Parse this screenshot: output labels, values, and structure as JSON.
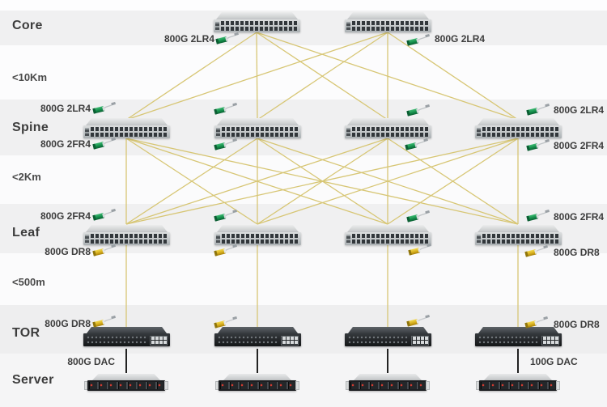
{
  "rows": {
    "core": "Core",
    "d10km": "<10Km",
    "spine": "Spine",
    "d2km": "<2Km",
    "leaf": "Leaf",
    "d500m": "<500m",
    "tor": "TOR",
    "server": "Server"
  },
  "optics": {
    "core_left": "800G 2LR4",
    "core_right": "800G 2LR4",
    "spine_left_up": "800G 2LR4",
    "spine_left_down": "800G 2FR4",
    "spine_right_up": "800G 2LR4",
    "spine_right_down": "800G 2FR4",
    "leaf_left_up": "800G 2FR4",
    "leaf_left_down": "800G DR8",
    "leaf_right_up": "800G 2FR4",
    "leaf_right_down": "800G DR8",
    "tor_left": "800G DR8",
    "tor_right": "800G DR8",
    "dac_left": "800G DAC",
    "dac_right": "100G DAC"
  },
  "colors": {
    "fiber_link": "#d6c46e",
    "dac_link": "#222222",
    "transceiver_green": "#178a4a",
    "transceiver_yellow": "#dab81f",
    "band_gray": "#f0f0f1",
    "band_light": "#fbfbfc"
  },
  "counts": {
    "core_switches": 2,
    "spine_switches": 4,
    "leaf_switches": 4,
    "tor_switches": 4,
    "servers": 4
  }
}
